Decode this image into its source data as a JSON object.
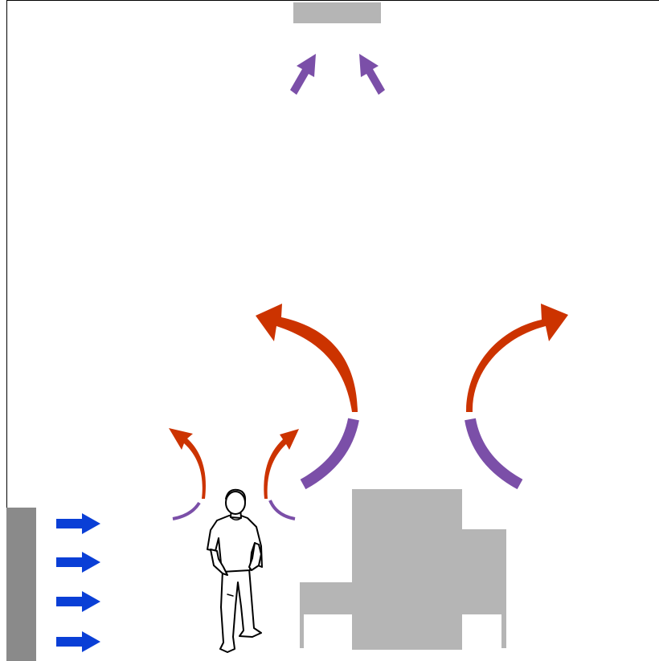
{
  "diagram": {
    "colors": {
      "background": "#ffffff",
      "room_outline": "#000000",
      "ceiling_exhaust": "#b5b5b5",
      "wall_inlet": "#8a8a8a",
      "equipment": "#b5b5b5",
      "cool_supply_arrow": "#0a3fd6",
      "warm_rising_air": "#cc3300",
      "transition_air": "#7b4fa8",
      "exhaust_arrow": "#7b4fa8",
      "person_outline": "#000000"
    },
    "elements": {
      "ceiling_exhaust_vent": "exhaust-vent",
      "wall_supply_inlet": "supply-inlet",
      "cool_air_arrows": 4,
      "exhaust_arrows": 2,
      "heat_plumes": 4
    }
  }
}
